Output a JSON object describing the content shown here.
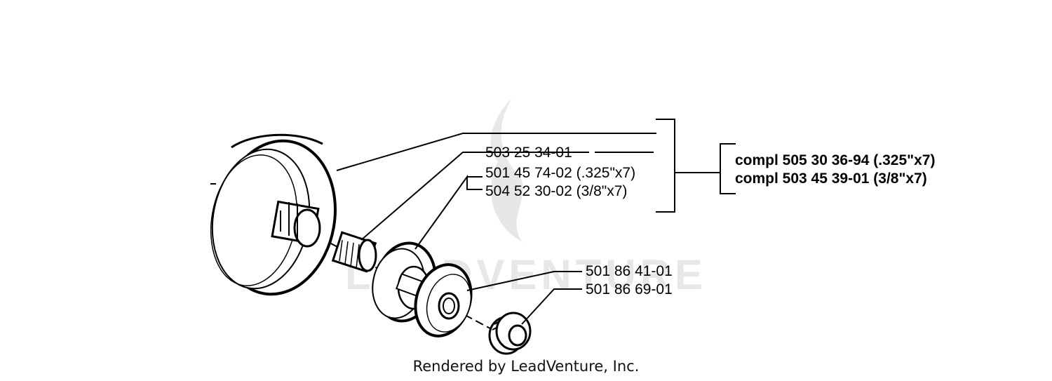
{
  "parts": {
    "needle_bearing": "503 25 34-01",
    "rim_325": "501 45 74-02 (.325\"x7)",
    "rim_38": "504 52 30-02 (3/8\"x7)",
    "washer": "501 86 41-01",
    "nut": "501 86 69-01"
  },
  "assemblies": {
    "compl_325": "compl 505 30 36-94 (.325\"x7)",
    "compl_38": "compl 503 45 39-01 (3/8\"x7)"
  },
  "watermark": "LEADVENTURE",
  "footer": "Rendered by LeadVenture, Inc."
}
